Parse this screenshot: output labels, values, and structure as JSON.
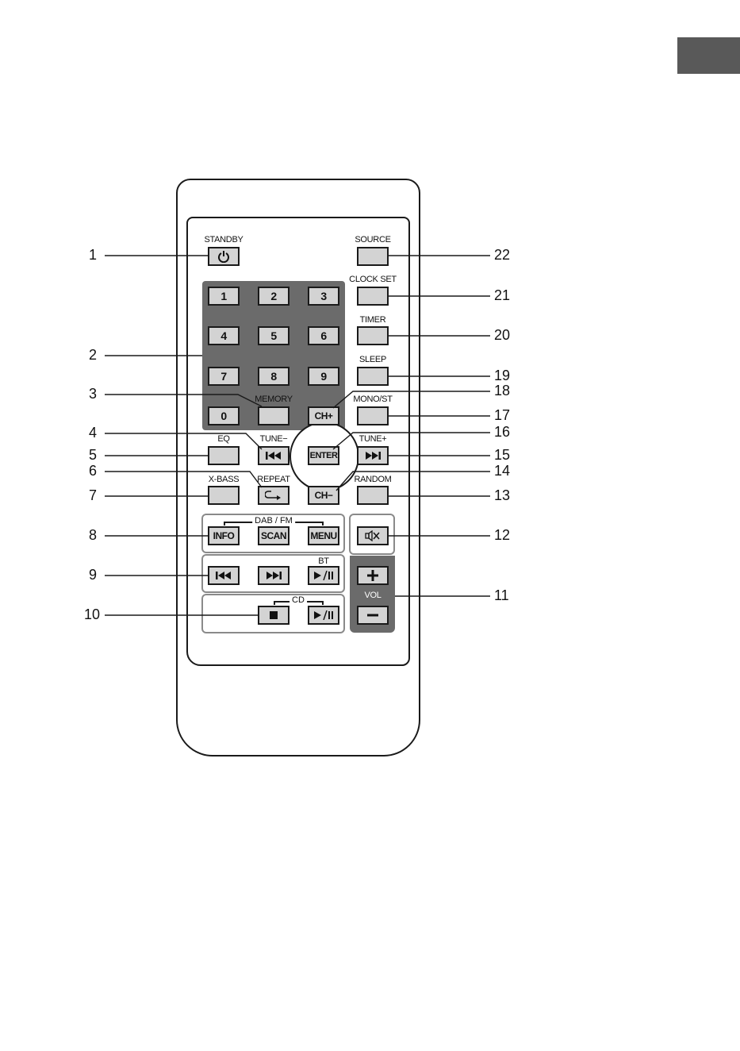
{
  "labels": {
    "standby": "STANDBY",
    "source": "SOURCE",
    "clock_set": "CLOCK SET",
    "timer": "TIMER",
    "sleep": "SLEEP",
    "memory": "MEMORY",
    "mono_st": "MONO/ST",
    "eq": "EQ",
    "tune_minus": "TUNE−",
    "tune_plus": "TUNE+",
    "x_bass": "X-BASS",
    "repeat": "REPEAT",
    "random": "RANDOM",
    "dab_fm": "DAB / FM",
    "bt": "BT",
    "cd": "CD",
    "vol": "VOL"
  },
  "keys": {
    "k1": "1",
    "k2": "2",
    "k3": "3",
    "k4": "4",
    "k5": "5",
    "k6": "6",
    "k7": "7",
    "k8": "8",
    "k9": "9",
    "k0": "0",
    "ch_plus": "CH+",
    "ch_minus": "CH−",
    "enter": "ENTER",
    "info": "INFO",
    "scan": "SCAN",
    "menu": "MENU"
  },
  "callouts": {
    "c1": "1",
    "c2": "2",
    "c3": "3",
    "c4": "4",
    "c5": "5",
    "c6": "6",
    "c7": "7",
    "c8": "8",
    "c9": "9",
    "c10": "10",
    "c11": "11",
    "c12": "12",
    "c13": "13",
    "c14": "14",
    "c15": "15",
    "c16": "16",
    "c17": "17",
    "c18": "18",
    "c19": "19",
    "c20": "20",
    "c21": "21",
    "c22": "22"
  },
  "colors": {
    "button_fill": "#d3d3d3",
    "keypad_background": "#6b6b6b",
    "corner_tab": "#595959"
  },
  "icons": {
    "standby": "power-icon",
    "tune_minus": "skip-previous-icon",
    "tune_plus": "skip-next-icon",
    "repeat": "repeat-icon",
    "mute": "mute-icon",
    "nav_prev": "skip-previous-icon",
    "nav_next": "skip-next-icon",
    "bt_play_pause": "play-pause-icon",
    "cd_stop": "stop-icon",
    "cd_play_pause": "play-pause-icon",
    "vol_up": "plus-icon",
    "vol_down": "minus-icon"
  }
}
